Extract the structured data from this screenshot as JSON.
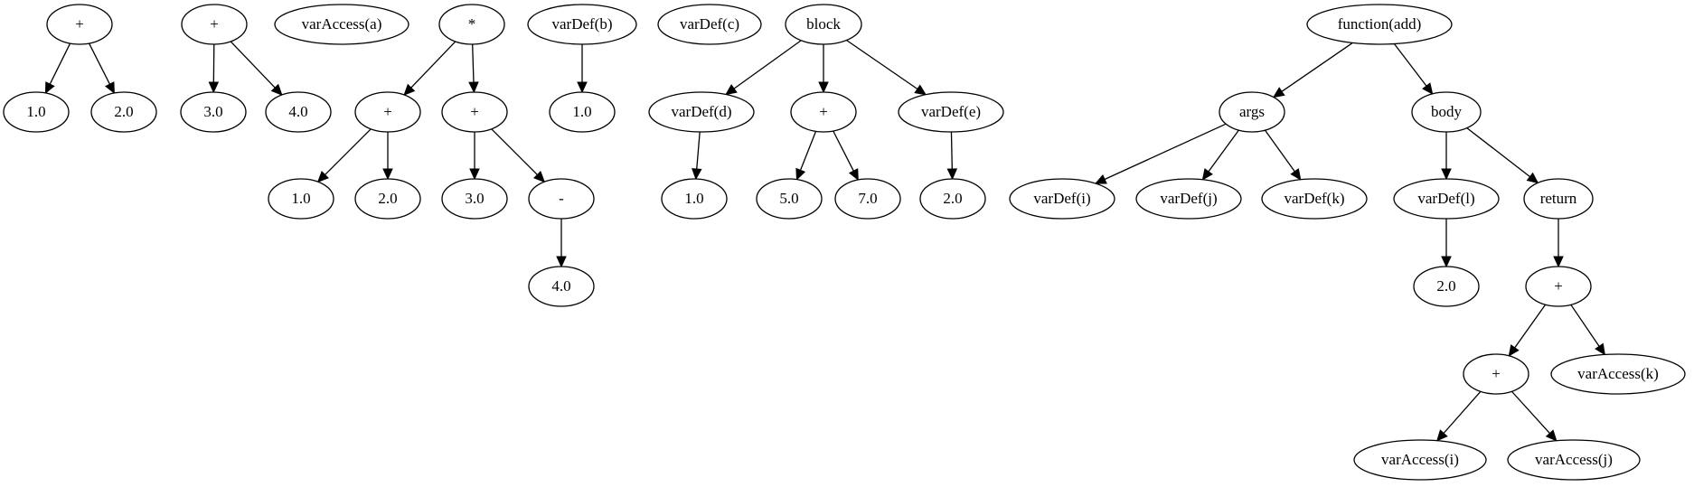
{
  "diagram": {
    "nodes": [
      {
        "id": "n1",
        "label": "+"
      },
      {
        "id": "n2",
        "label": "1.0"
      },
      {
        "id": "n3",
        "label": "2.0"
      },
      {
        "id": "n4",
        "label": "+"
      },
      {
        "id": "n5",
        "label": "3.0"
      },
      {
        "id": "n6",
        "label": "4.0"
      },
      {
        "id": "n7",
        "label": "varAccess(a)"
      },
      {
        "id": "n8",
        "label": "*"
      },
      {
        "id": "n9",
        "label": "+"
      },
      {
        "id": "n10",
        "label": "+"
      },
      {
        "id": "n11",
        "label": "1.0"
      },
      {
        "id": "n12",
        "label": "2.0"
      },
      {
        "id": "n13",
        "label": "3.0"
      },
      {
        "id": "n14",
        "label": "-"
      },
      {
        "id": "n15",
        "label": "4.0"
      },
      {
        "id": "n16",
        "label": "varDef(b)"
      },
      {
        "id": "n17",
        "label": "1.0"
      },
      {
        "id": "n18",
        "label": "varDef(c)"
      },
      {
        "id": "n19",
        "label": "block"
      },
      {
        "id": "n20",
        "label": "varDef(d)"
      },
      {
        "id": "n21",
        "label": "+"
      },
      {
        "id": "n22",
        "label": "varDef(e)"
      },
      {
        "id": "n23",
        "label": "1.0"
      },
      {
        "id": "n24",
        "label": "5.0"
      },
      {
        "id": "n25",
        "label": "7.0"
      },
      {
        "id": "n26",
        "label": "2.0"
      },
      {
        "id": "n27",
        "label": "function(add)"
      },
      {
        "id": "n28",
        "label": "args"
      },
      {
        "id": "n29",
        "label": "body"
      },
      {
        "id": "n30",
        "label": "varDef(i)"
      },
      {
        "id": "n31",
        "label": "varDef(j)"
      },
      {
        "id": "n32",
        "label": "varDef(k)"
      },
      {
        "id": "n33",
        "label": "varDef(l)"
      },
      {
        "id": "n34",
        "label": "return"
      },
      {
        "id": "n35",
        "label": "2.0"
      },
      {
        "id": "n36",
        "label": "+"
      },
      {
        "id": "n37",
        "label": "+"
      },
      {
        "id": "n38",
        "label": "varAccess(k)"
      },
      {
        "id": "n39",
        "label": "varAccess(i)"
      },
      {
        "id": "n40",
        "label": "varAccess(j)"
      }
    ],
    "edges": [
      [
        "n1",
        "n2"
      ],
      [
        "n1",
        "n3"
      ],
      [
        "n4",
        "n5"
      ],
      [
        "n4",
        "n6"
      ],
      [
        "n8",
        "n9"
      ],
      [
        "n8",
        "n10"
      ],
      [
        "n9",
        "n11"
      ],
      [
        "n9",
        "n12"
      ],
      [
        "n10",
        "n13"
      ],
      [
        "n10",
        "n14"
      ],
      [
        "n14",
        "n15"
      ],
      [
        "n16",
        "n17"
      ],
      [
        "n19",
        "n20"
      ],
      [
        "n19",
        "n21"
      ],
      [
        "n19",
        "n22"
      ],
      [
        "n20",
        "n23"
      ],
      [
        "n21",
        "n24"
      ],
      [
        "n21",
        "n25"
      ],
      [
        "n22",
        "n26"
      ],
      [
        "n27",
        "n28"
      ],
      [
        "n27",
        "n29"
      ],
      [
        "n28",
        "n30"
      ],
      [
        "n28",
        "n31"
      ],
      [
        "n28",
        "n32"
      ],
      [
        "n29",
        "n33"
      ],
      [
        "n29",
        "n34"
      ],
      [
        "n33",
        "n35"
      ],
      [
        "n34",
        "n36"
      ],
      [
        "n36",
        "n37"
      ],
      [
        "n36",
        "n38"
      ],
      [
        "n37",
        "n39"
      ],
      [
        "n37",
        "n40"
      ]
    ]
  }
}
